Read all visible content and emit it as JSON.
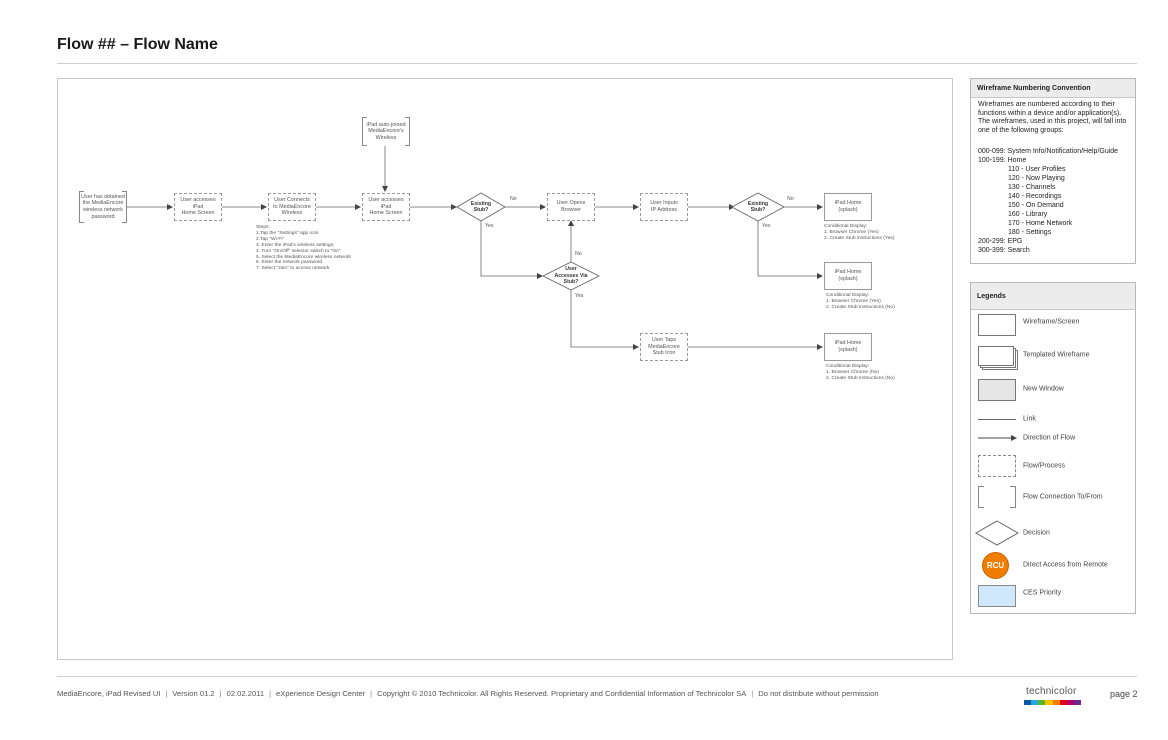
{
  "header": {
    "title": "Flow ## – Flow Name"
  },
  "flow": {
    "nodes": {
      "obtained_password": "User has obtained\nthe MediaEncore\nwireless network\npassword",
      "accesses_home_1": "User accesses iPad\nHome Screen",
      "connects_wireless": "User Connects\nto MediaEncore\nWireless",
      "auto_joined": "iPad auto-joined\nMediaEncore's\nWireless",
      "accesses_home_2": "User accesses iPad\nHome Screen",
      "opens_browser": "User Opens\nBrowser",
      "inputs_ip": "User Inputs\nIP Address",
      "home_splash_1": "iPad Home\n(splash)",
      "home_splash_2": "iPad Home\n(splash)",
      "taps_stub_icon": "User Taps\nMediaEncore\nStub Icon",
      "home_splash_3": "iPad Home\n(splash)"
    },
    "decisions": {
      "existing_stub_1": "Existing\nStub?",
      "existing_stub_2": "Existing\nStub?",
      "accesses_via_stub": "User\nAccesses Via\nStub?"
    },
    "labels": {
      "yes": "Yes",
      "no": "No"
    },
    "notes": {
      "steps": "Steps:\n1.Tap the \"Settings\" app icon\n2.Tap \"Wi-Fi\"\n3. Enter the iPad's wireless settings.\n4. Turn \"On/Off\" selector switch to \"On\"\n5. Select the MediaEncore wireless network\n6. Enter the network password\n7. Select \"Join\" to access network",
      "conditional_1": "Conditional Display:\n1. Browser Chrome (Yes)\n2. Create Stub Instructions (Yes)",
      "conditional_2": "Conditional Display:\n1. Browser Chrome (Yes)\n2. Create Stub Instructions (No)",
      "conditional_3": "Conditional Display:\n1. Browser Chrome (No)\n2. Create Stub Instructions (No)"
    }
  },
  "numbering": {
    "title": "Wireframe Numbering Convention",
    "intro": "Wireframes are numbered according to their functions within a device and/or application(s). The wireframes, used in this project, will fall into one of the following groups:",
    "items": [
      "000-099:  System Info/Notification/Help/Guide",
      "100-199:  Home",
      "110 - User Profiles",
      "120 - Now Playing",
      "130 - Channels",
      "140 - Recordings",
      "150 - On Demand",
      "160 - Library",
      "170 - Home Network",
      "180 - Settings",
      "200-299:  EPG",
      "300-399:  Search"
    ]
  },
  "legends": {
    "title": "Legends",
    "items": [
      {
        "label": "Wireframe/Screen",
        "icon": "wireframe-screen-icon"
      },
      {
        "label": "Templated Wireframe",
        "icon": "templated-wireframe-icon"
      },
      {
        "label": "New Window",
        "icon": "new-window-icon"
      },
      {
        "label": "Link",
        "icon": "link-line-icon"
      },
      {
        "label": "Direction of Flow",
        "icon": "flow-arrow-icon"
      },
      {
        "label": "Flow/Process",
        "icon": "flow-process-icon"
      },
      {
        "label": "Flow Connection To/From",
        "icon": "flow-connection-bracket-icon"
      },
      {
        "label": "Decision",
        "icon": "decision-diamond-icon"
      },
      {
        "label": "Direct Access from Remote",
        "icon": "rcu-badge-icon",
        "badge": "RCU",
        "badge_color": "#ef7d00"
      },
      {
        "label": "CES Priority",
        "icon": "ces-priority-icon",
        "fill_color": "#cfe8fb"
      }
    ]
  },
  "footer": {
    "segments": [
      "MediaEncore, iPad Revised UI",
      "Version 01.2",
      "02.02.2011",
      "eXperience Design Center",
      "Copyright © 2010 Technicolor.  All Rights Reserved. Proprietary and Confidential Information of Technicolor SA",
      "Do not distribute without permission"
    ],
    "brand": "technicolor",
    "page": "page 2"
  }
}
